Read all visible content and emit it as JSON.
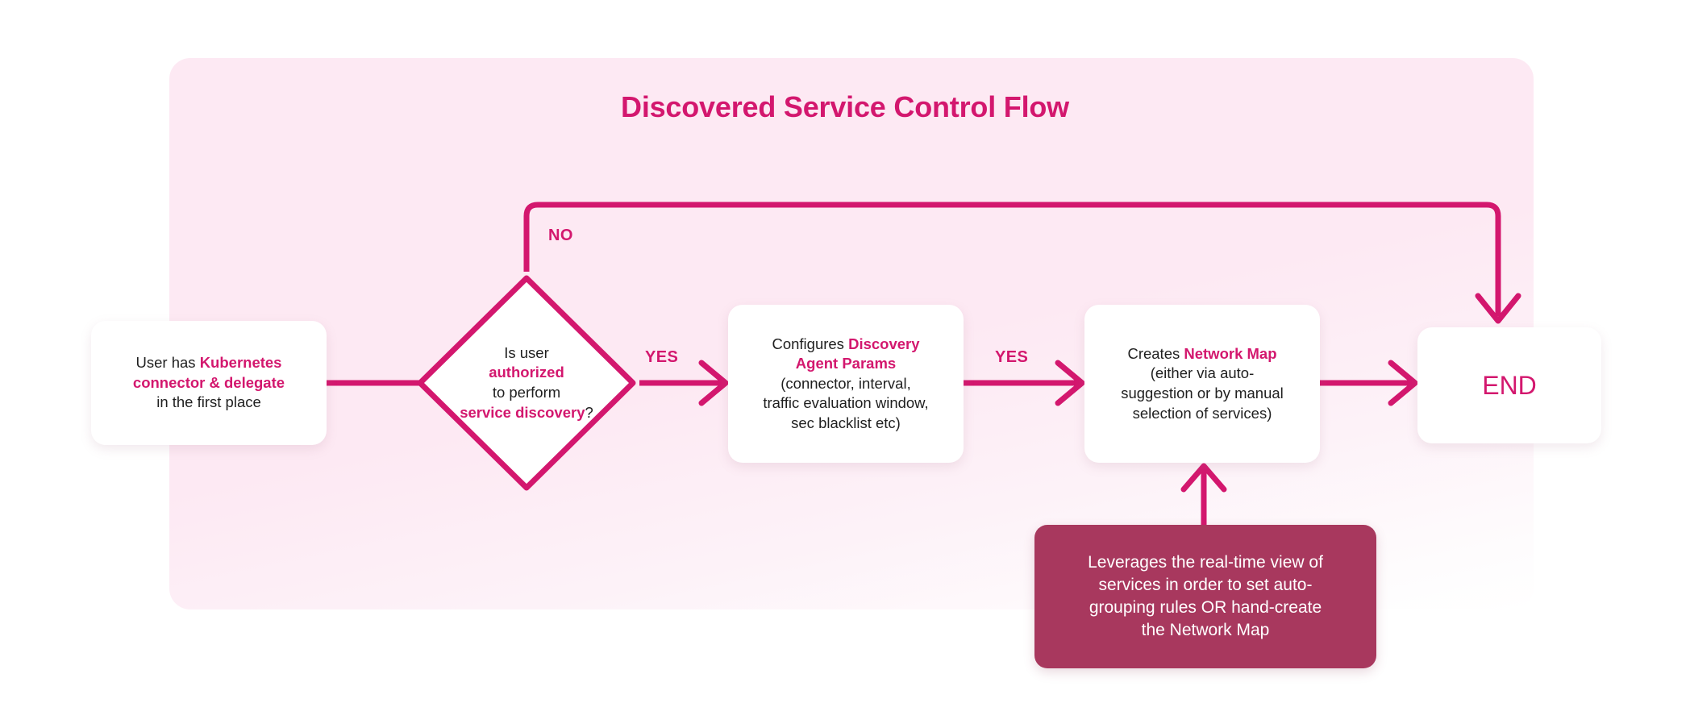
{
  "diagram": {
    "title": "Discovered Service Control Flow",
    "colors": {
      "accent": "#d3176e",
      "panel_bg": "#fde9f3",
      "note_bg": "#a8385e",
      "node_bg": "#ffffff",
      "text": "#1f1f1f"
    },
    "nodes": {
      "start": {
        "id": "start",
        "shape": "rounded-rect",
        "lines": [
          {
            "plain_a": "User has ",
            "highlight": "Kubernetes",
            "plain_b": ""
          },
          {
            "plain_a": "",
            "highlight": "connector & delegate",
            "plain_b": ""
          },
          {
            "plain_a": "in the first place",
            "highlight": "",
            "plain_b": ""
          }
        ],
        "text": "User has Kubernetes connector & delegate in the first place"
      },
      "decision": {
        "id": "decision",
        "shape": "diamond",
        "lines": [
          {
            "plain_a": "Is user",
            "highlight": "",
            "plain_b": ""
          },
          {
            "plain_a": "",
            "highlight": "authorized",
            "plain_b": ""
          },
          {
            "plain_a": "to perform",
            "highlight": "",
            "plain_b": ""
          },
          {
            "plain_a": "",
            "highlight": "service discovery",
            "plain_b": "?"
          }
        ],
        "text": "Is user authorized to perform service discovery?"
      },
      "params": {
        "id": "params",
        "shape": "rounded-rect",
        "lines": [
          {
            "plain_a": "Configures ",
            "highlight": "Discovery",
            "plain_b": ""
          },
          {
            "plain_a": "",
            "highlight": "Agent Params",
            "plain_b": ""
          },
          {
            "plain_a": "(connector, interval,",
            "highlight": "",
            "plain_b": ""
          },
          {
            "plain_a": "traffic evaluation window,",
            "highlight": "",
            "plain_b": ""
          },
          {
            "plain_a": "sec blacklist etc)",
            "highlight": "",
            "plain_b": ""
          }
        ],
        "text": "Configures Discovery Agent Params (connector, interval, traffic evaluation window, sec blacklist etc)"
      },
      "netmap": {
        "id": "netmap",
        "shape": "rounded-rect",
        "lines": [
          {
            "plain_a": "Creates ",
            "highlight": "Network Map",
            "plain_b": ""
          },
          {
            "plain_a": "(either via auto-",
            "highlight": "",
            "plain_b": ""
          },
          {
            "plain_a": "suggestion or by manual",
            "highlight": "",
            "plain_b": ""
          },
          {
            "plain_a": "selection of services)",
            "highlight": "",
            "plain_b": ""
          }
        ],
        "text": "Creates Network Map (either via auto-suggestion or by manual selection of services)"
      },
      "end": {
        "id": "end",
        "shape": "rounded-rect",
        "label": "END"
      },
      "note": {
        "id": "note",
        "shape": "rounded-rect-filled",
        "lines": [
          "Leverages the real-time view of",
          "services in order to set auto-",
          "grouping rules OR hand-create",
          "the Network Map"
        ],
        "text": "Leverages the real-time view of services in order to set auto-grouping rules OR hand-create the Network Map"
      }
    },
    "edges": [
      {
        "id": "start-to-decision",
        "from": "start",
        "to": "decision",
        "label": ""
      },
      {
        "id": "decision-no-to-end",
        "from": "decision",
        "to": "end",
        "label": "NO"
      },
      {
        "id": "decision-yes-to-params",
        "from": "decision",
        "to": "params",
        "label": "YES"
      },
      {
        "id": "params-to-netmap",
        "from": "params",
        "to": "netmap",
        "label": "YES"
      },
      {
        "id": "netmap-to-end",
        "from": "netmap",
        "to": "end",
        "label": ""
      },
      {
        "id": "note-to-netmap",
        "from": "note",
        "to": "netmap",
        "label": ""
      }
    ],
    "edge_labels": {
      "no": "NO",
      "yes_1": "YES",
      "yes_2": "YES"
    }
  }
}
